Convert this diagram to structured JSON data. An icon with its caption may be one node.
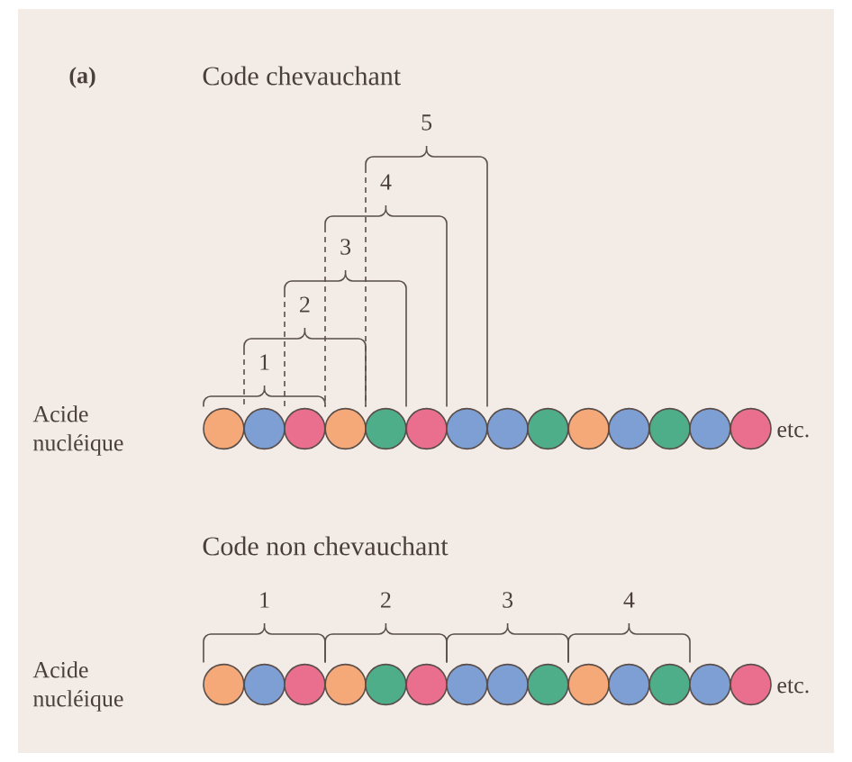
{
  "diagram": {
    "labels": [
      "(a)",
      "Code chevauchant",
      "5",
      "4",
      "3",
      "2",
      "1",
      "Acide nucléique",
      "etc.",
      "Code non chevauchant",
      "1",
      "2",
      "3",
      "4",
      "Acide nucléique",
      "etc."
    ]
  }
}
